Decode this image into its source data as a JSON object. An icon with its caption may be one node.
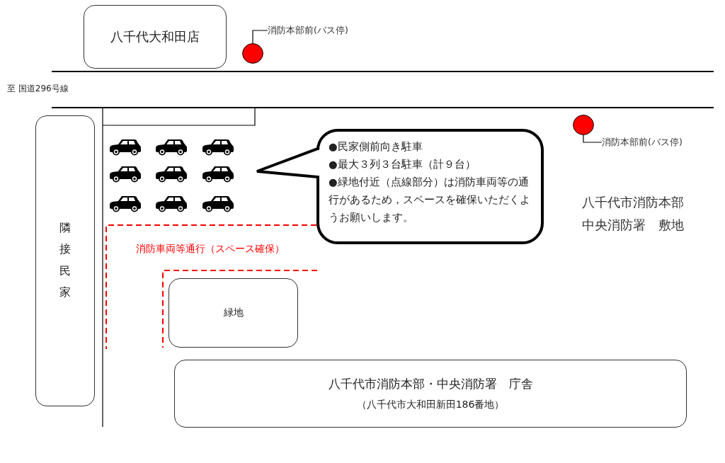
{
  "diagram": {
    "nodes": [
      {
        "text": [
          "八千代大和田店"
        ]
      },
      {
        "text": [],
        "shape": "circle"
      },
      {
        "text": [
          "消防本部前(バス停)"
        ]
      },
      {
        "text": [],
        "shape": "circle"
      },
      {
        "text": [
          "消防本部前(バス停)"
        ]
      },
      {
        "text": [
          "隣接民家"
        ]
      },
      {
        "text": [
          "●民家側前向き駐車",
          "●最大３列３台駐車（計９台）",
          "●緑地付近（点線部分）は消防車両等の通行があるため，スペースを確保いただくようお願いします。"
        ]
      },
      {
        "text": [
          "緑地"
        ]
      },
      {
        "text": [
          "八千代市消防本部・中央消防署　庁舎",
          "（八千代市大和田新田186番地）"
        ]
      }
    ],
    "edges": [
      {
        "from": 2,
        "to": 1,
        "arrow": "none"
      },
      {
        "from": 4,
        "to": 3,
        "arrow": "none"
      }
    ],
    "labels": [
      "至 国道296号線",
      "八千代市消防本部中央消防署　敷地",
      "消防車両等通行（スペース確保）"
    ]
  }
}
